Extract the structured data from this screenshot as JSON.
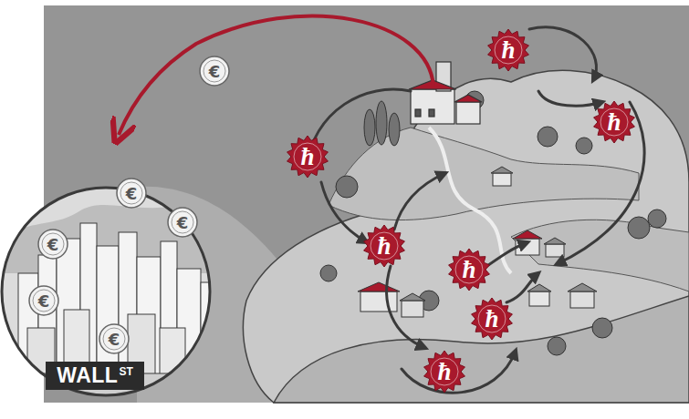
{
  "diagram": {
    "nodes": [
      {
        "text": [
          "WALL",
          "ST"
        ]
      },
      {
        "text": [
          "€"
        ],
        "in": 0
      },
      {
        "text": [
          "€"
        ],
        "in": 0
      },
      {
        "text": [
          "€"
        ],
        "in": 0
      },
      {
        "text": [
          "€"
        ],
        "in": 0
      },
      {
        "text": [
          "€"
        ],
        "in": 0
      },
      {
        "text": [
          "€"
        ]
      },
      {
        "text": [
          "ħ"
        ]
      },
      {
        "text": [
          "ħ"
        ]
      },
      {
        "text": [
          "ħ"
        ]
      },
      {
        "text": [
          "ħ"
        ]
      },
      {
        "text": [
          "ħ"
        ]
      },
      {
        "text": [
          "ħ"
        ]
      },
      {
        "text": [
          "ħ"
        ]
      }
    ]
  }
}
